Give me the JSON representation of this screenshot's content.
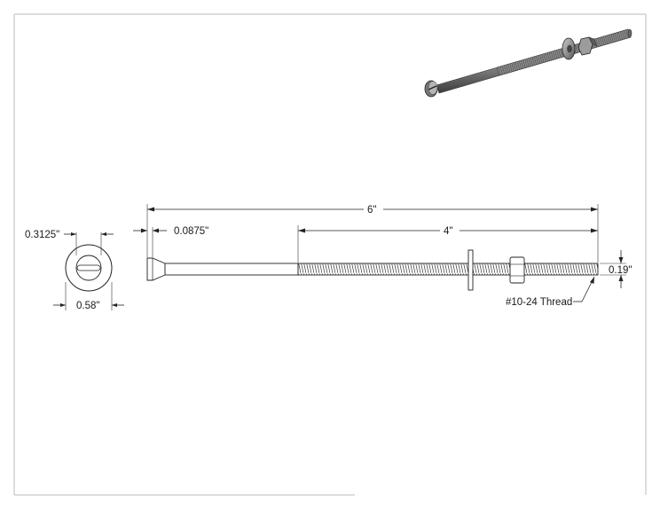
{
  "dimensions": {
    "total_length": "6\"",
    "thread_length": "4\"",
    "head_height": "0.0875\"",
    "slot_width": "0.3125\"",
    "head_diameter": "0.58\"",
    "thread_diameter": "0.19\""
  },
  "callout": {
    "thread_spec": "#10-24 Thread"
  },
  "colors": {
    "line": "#222222",
    "border": "#bbbbbb",
    "metal_light": "#c8c8c8",
    "metal_dark": "#5a5a5a"
  }
}
